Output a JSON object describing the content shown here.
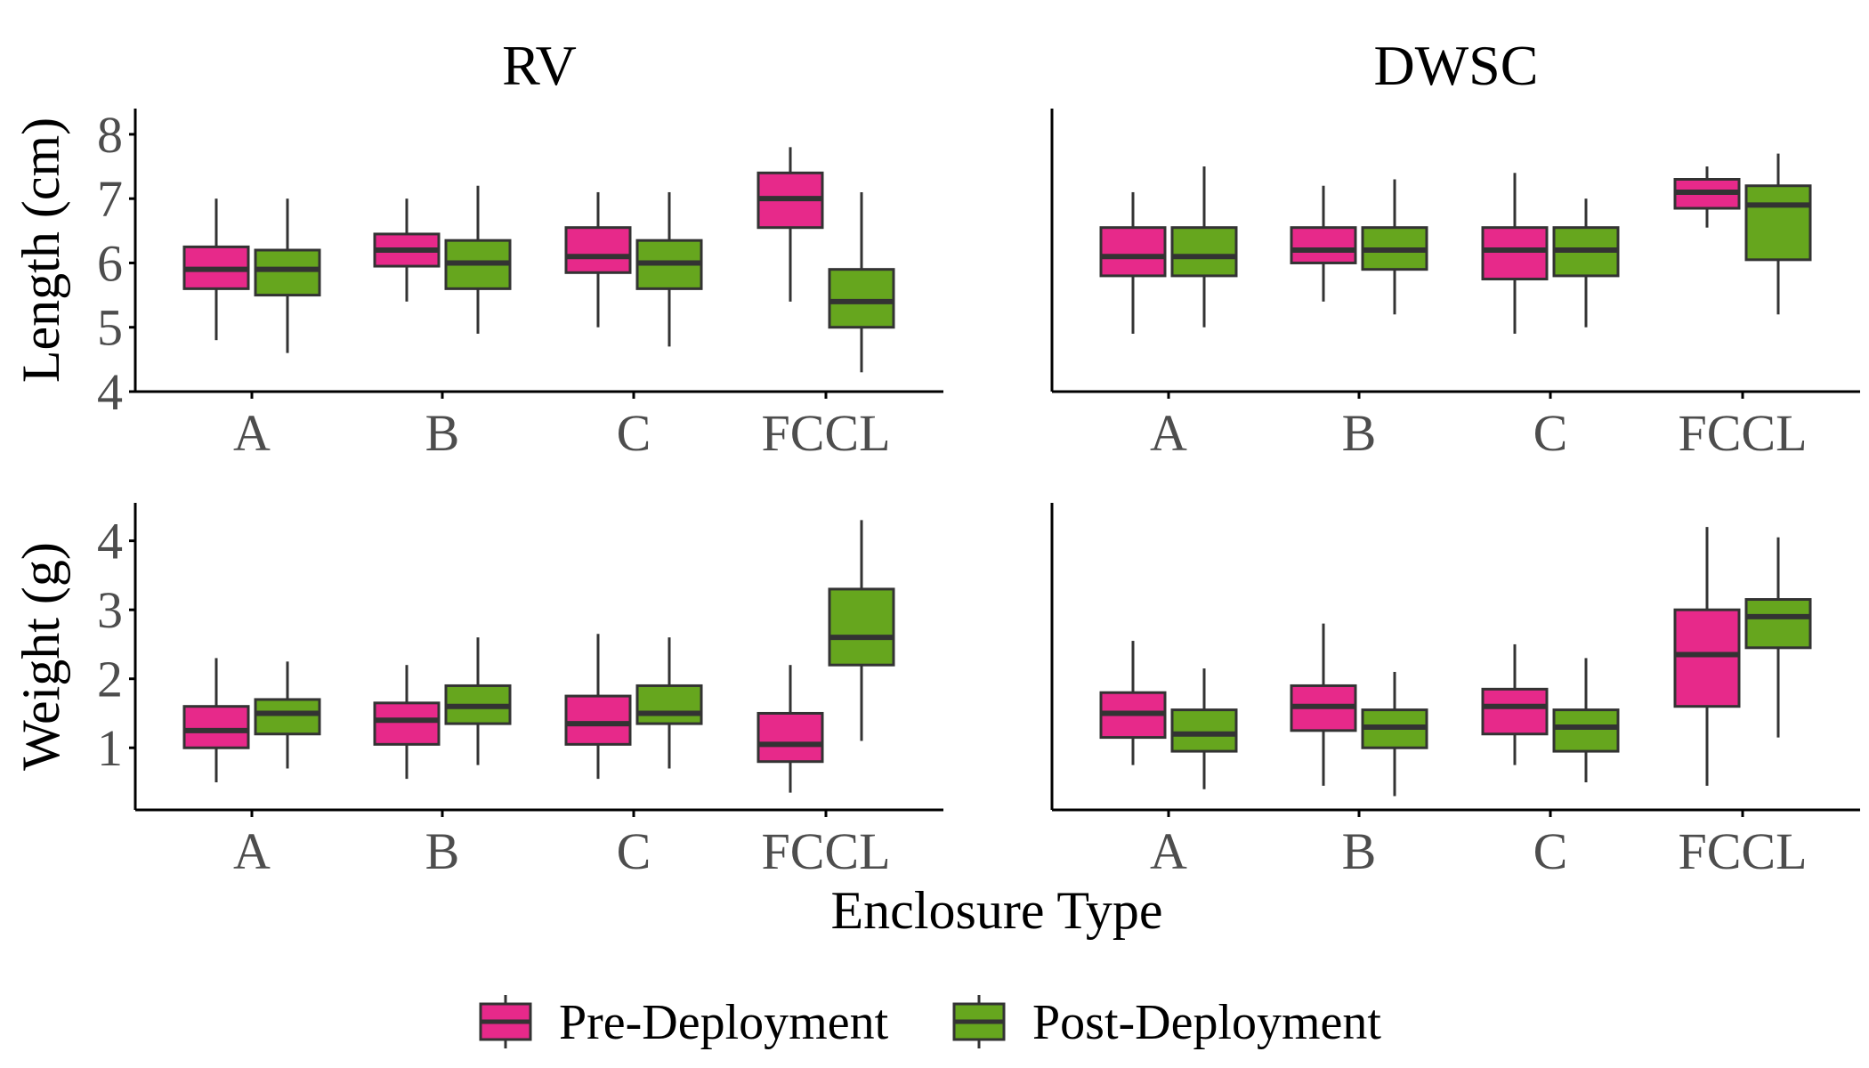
{
  "colors": {
    "pre": "#E7298A",
    "post": "#66A61E",
    "outline": "#333333",
    "axis": "#000000",
    "text": "#4d4d4d",
    "title": "#000000"
  },
  "figure": {
    "xlabel": "Enclosure Type",
    "legend": {
      "position": "bottom",
      "items": [
        {
          "key": "pre",
          "label": "Pre-Deployment"
        },
        {
          "key": "post",
          "label": "Post-Deployment"
        }
      ]
    }
  },
  "chart_data": [
    {
      "type": "box",
      "facet_col": "RV",
      "metric": "Length (cm)",
      "ylim": [
        4,
        8.4
      ],
      "yticks": [
        4,
        5,
        6,
        7,
        8
      ],
      "categories": [
        "A",
        "B",
        "C",
        "FCCL"
      ],
      "series": [
        {
          "name": "Pre-Deployment",
          "boxes": [
            {
              "low": 4.8,
              "q1": 5.6,
              "median": 5.9,
              "q3": 6.25,
              "high": 7.0
            },
            {
              "low": 5.4,
              "q1": 5.95,
              "median": 6.2,
              "q3": 6.45,
              "high": 7.0
            },
            {
              "low": 5.0,
              "q1": 5.85,
              "median": 6.1,
              "q3": 6.55,
              "high": 7.1
            },
            {
              "low": 5.4,
              "q1": 6.55,
              "median": 7.0,
              "q3": 7.4,
              "high": 7.8
            }
          ]
        },
        {
          "name": "Post-Deployment",
          "boxes": [
            {
              "low": 4.6,
              "q1": 5.5,
              "median": 5.9,
              "q3": 6.2,
              "high": 7.0
            },
            {
              "low": 4.9,
              "q1": 5.6,
              "median": 6.0,
              "q3": 6.35,
              "high": 7.2
            },
            {
              "low": 4.7,
              "q1": 5.6,
              "median": 6.0,
              "q3": 6.35,
              "high": 7.1
            },
            {
              "low": 4.3,
              "q1": 5.0,
              "median": 5.4,
              "q3": 5.9,
              "high": 7.1
            }
          ]
        }
      ]
    },
    {
      "type": "box",
      "facet_col": "DWSC",
      "metric": "Length (cm)",
      "ylim": [
        4,
        8.4
      ],
      "yticks": [
        4,
        5,
        6,
        7,
        8
      ],
      "categories": [
        "A",
        "B",
        "C",
        "FCCL"
      ],
      "series": [
        {
          "name": "Pre-Deployment",
          "boxes": [
            {
              "low": 4.9,
              "q1": 5.8,
              "median": 6.1,
              "q3": 6.55,
              "high": 7.1
            },
            {
              "low": 5.4,
              "q1": 6.0,
              "median": 6.2,
              "q3": 6.55,
              "high": 7.2
            },
            {
              "low": 4.9,
              "q1": 5.75,
              "median": 6.2,
              "q3": 6.55,
              "high": 7.4
            },
            {
              "low": 6.55,
              "q1": 6.85,
              "median": 7.1,
              "q3": 7.3,
              "high": 7.5
            }
          ]
        },
        {
          "name": "Post-Deployment",
          "boxes": [
            {
              "low": 5.0,
              "q1": 5.8,
              "median": 6.1,
              "q3": 6.55,
              "high": 7.5
            },
            {
              "low": 5.2,
              "q1": 5.9,
              "median": 6.2,
              "q3": 6.55,
              "high": 7.3
            },
            {
              "low": 5.0,
              "q1": 5.8,
              "median": 6.2,
              "q3": 6.55,
              "high": 7.0
            },
            {
              "low": 5.2,
              "q1": 6.05,
              "median": 6.9,
              "q3": 7.2,
              "high": 7.7
            }
          ]
        }
      ]
    },
    {
      "type": "box",
      "facet_col": "RV",
      "metric": "Weight (g)",
      "ylim": [
        0.1,
        4.55
      ],
      "yticks": [
        1,
        2,
        3,
        4
      ],
      "categories": [
        "A",
        "B",
        "C",
        "FCCL"
      ],
      "series": [
        {
          "name": "Pre-Deployment",
          "boxes": [
            {
              "low": 0.5,
              "q1": 1.0,
              "median": 1.25,
              "q3": 1.6,
              "high": 2.3
            },
            {
              "low": 0.55,
              "q1": 1.05,
              "median": 1.4,
              "q3": 1.65,
              "high": 2.2
            },
            {
              "low": 0.55,
              "q1": 1.05,
              "median": 1.35,
              "q3": 1.75,
              "high": 2.65
            },
            {
              "low": 0.35,
              "q1": 0.8,
              "median": 1.05,
              "q3": 1.5,
              "high": 2.2
            }
          ]
        },
        {
          "name": "Post-Deployment",
          "boxes": [
            {
              "low": 0.7,
              "q1": 1.2,
              "median": 1.5,
              "q3": 1.7,
              "high": 2.25
            },
            {
              "low": 0.75,
              "q1": 1.35,
              "median": 1.6,
              "q3": 1.9,
              "high": 2.6
            },
            {
              "low": 0.7,
              "q1": 1.35,
              "median": 1.5,
              "q3": 1.9,
              "high": 2.6
            },
            {
              "low": 1.1,
              "q1": 2.2,
              "median": 2.6,
              "q3": 3.3,
              "high": 4.3
            }
          ]
        }
      ]
    },
    {
      "type": "box",
      "facet_col": "DWSC",
      "metric": "Weight (g)",
      "ylim": [
        0.1,
        4.55
      ],
      "yticks": [
        1,
        2,
        3,
        4
      ],
      "categories": [
        "A",
        "B",
        "C",
        "FCCL"
      ],
      "series": [
        {
          "name": "Pre-Deployment",
          "boxes": [
            {
              "low": 0.75,
              "q1": 1.15,
              "median": 1.5,
              "q3": 1.8,
              "high": 2.55
            },
            {
              "low": 0.45,
              "q1": 1.25,
              "median": 1.6,
              "q3": 1.9,
              "high": 2.8
            },
            {
              "low": 0.75,
              "q1": 1.2,
              "median": 1.6,
              "q3": 1.85,
              "high": 2.5
            },
            {
              "low": 0.45,
              "q1": 1.6,
              "median": 2.35,
              "q3": 3.0,
              "high": 4.2
            }
          ]
        },
        {
          "name": "Post-Deployment",
          "boxes": [
            {
              "low": 0.4,
              "q1": 0.95,
              "median": 1.2,
              "q3": 1.55,
              "high": 2.15
            },
            {
              "low": 0.3,
              "q1": 1.0,
              "median": 1.3,
              "q3": 1.55,
              "high": 2.1
            },
            {
              "low": 0.5,
              "q1": 0.95,
              "median": 1.3,
              "q3": 1.55,
              "high": 2.3
            },
            {
              "low": 1.15,
              "q1": 2.45,
              "median": 2.9,
              "q3": 3.15,
              "high": 4.05
            }
          ]
        }
      ]
    }
  ]
}
